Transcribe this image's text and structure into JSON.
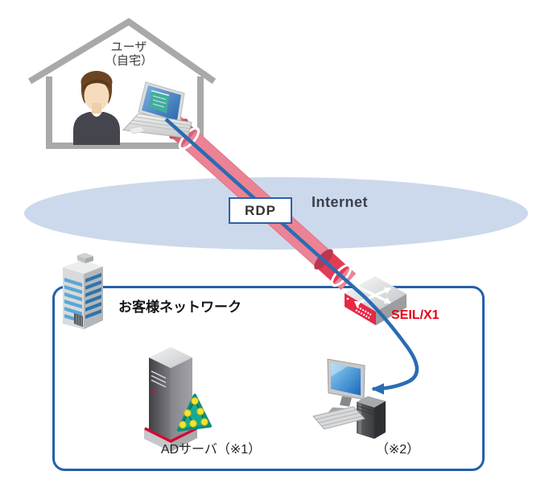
{
  "home": {
    "label_line1": "ユーザ",
    "label_line2": "（自宅）"
  },
  "internet": {
    "label": "Internet"
  },
  "tunnel": {
    "label": "RDP"
  },
  "customer_network": {
    "label": "お客様ネットワーク"
  },
  "router": {
    "label": "SEIL/X1"
  },
  "ad_server": {
    "label": "ADサーバ（※1）"
  },
  "client_pc": {
    "label": "（※2）"
  },
  "icons": [
    "house-icon",
    "person-icon",
    "laptop-icon",
    "internet-cloud-icon",
    "rdp-tunnel-icon",
    "building-icon",
    "router-icon",
    "ad-server-icon",
    "directory-tree-icon",
    "desktop-pc-icon",
    "connection-arrow-icon"
  ],
  "colors": {
    "internet-ellipse": "#ccd9ec",
    "tunnel-pink": "#ec8394",
    "tunnel-red": "#e23c55",
    "line-blue": "#2a6cb3",
    "box-border": "#2560a8",
    "rdp-border": "#2e5fa8",
    "router-red": "#e82847",
    "seil-red": "#e60012",
    "internet-text": "#3b3f4c",
    "text-dark": "#333333",
    "house-gray": "#a9a9a9",
    "window-blue-light": "#5aa7d6",
    "window-blue-dark": "#2e74ad",
    "directory-teal": "#14ab96",
    "directory-node-yellow": "#f2e431"
  }
}
